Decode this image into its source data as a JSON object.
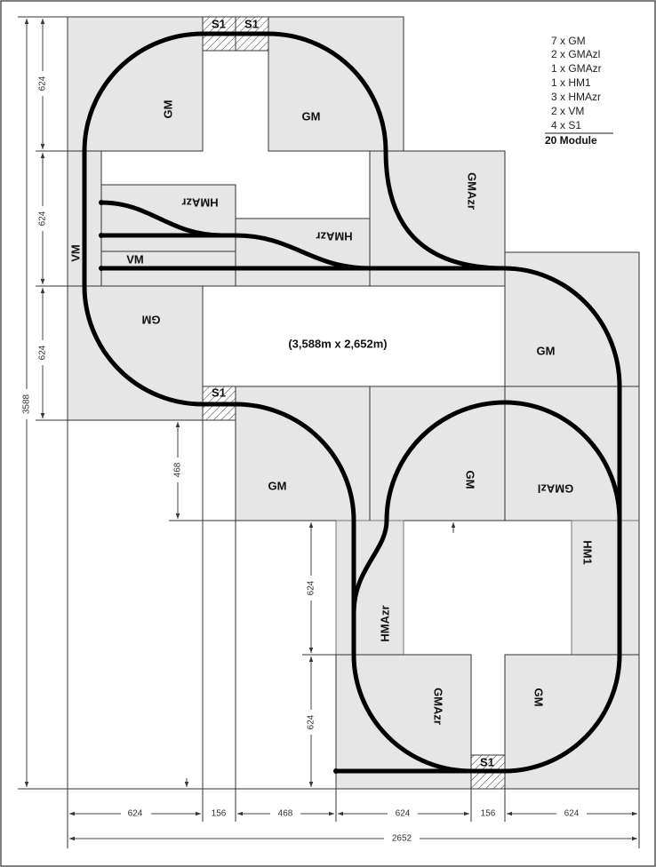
{
  "title": "(3,588m x 2,652m)",
  "legend": {
    "items": [
      "7 x GM",
      "2 x GMAzl",
      "1 x GMAzr",
      "1 x HM1",
      "3 x HMAzr",
      "2 x VM",
      "4 x S1"
    ],
    "total": "20 Module"
  },
  "modules": {
    "gm_top_left": "GM",
    "s1_top_a": "S1",
    "s1_top_b": "S1",
    "gm_top_mid": "GM",
    "gmazr_upper": "GMAzr",
    "vm_vertical": "VM",
    "hmazr_upper_a": "HMAzr",
    "hmazr_upper_b": "HMAzr",
    "vm_horizontal": "VM",
    "gm_left": "GM",
    "gm_right": "GM",
    "s1_mid": "S1",
    "gm_mid_a": "GM",
    "gm_mid_b": "GM",
    "gmazl": "GMAzl",
    "hm1": "HM1",
    "hmazr_lower": "HMAzr",
    "gmazr_lower": "GMAzr",
    "s1_bottom": "S1",
    "gm_bottom_right": "GM"
  },
  "dimensions": {
    "total_height": "3588",
    "left": [
      "624",
      "624",
      "624"
    ],
    "mid_468": "468",
    "lower": [
      "624",
      "624"
    ],
    "bottom": [
      "624",
      "156",
      "468",
      "624",
      "156",
      "624"
    ],
    "total_width": "2652"
  },
  "colors": {
    "module": "#e6e6e6",
    "track": "#000000"
  }
}
